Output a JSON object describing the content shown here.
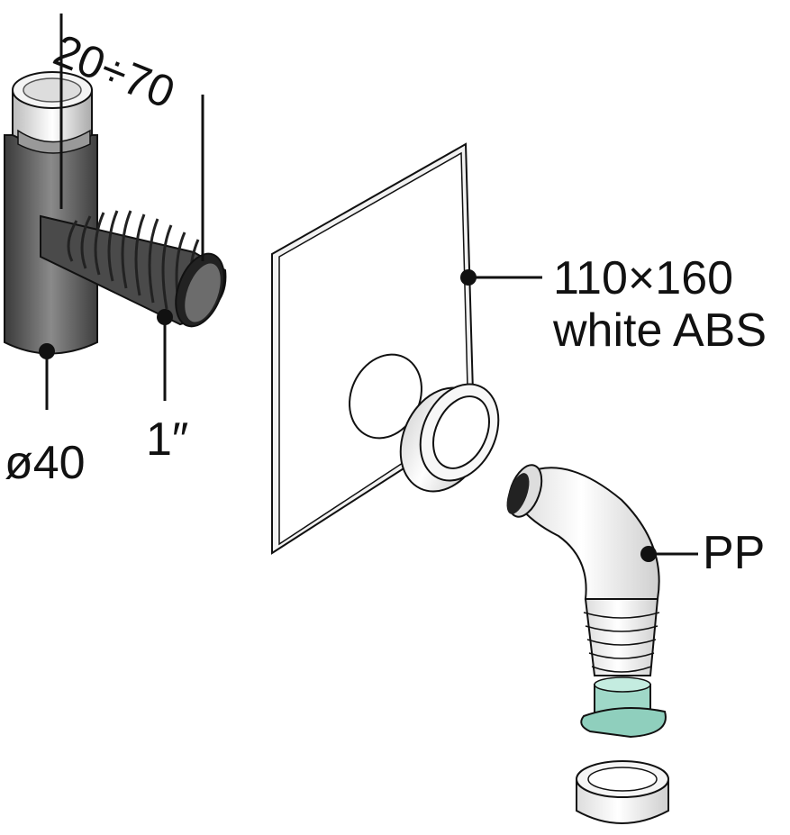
{
  "labels": {
    "range": "20÷70",
    "diameter": "ø40",
    "thread": "1″",
    "plate_size": "110×160",
    "plate_material": "white ABS",
    "elbow_material": "PP"
  },
  "colors": {
    "body": "#5a5a5a",
    "plate": "#ffffff",
    "seal": "#9fd8c8",
    "line": "#111111"
  }
}
